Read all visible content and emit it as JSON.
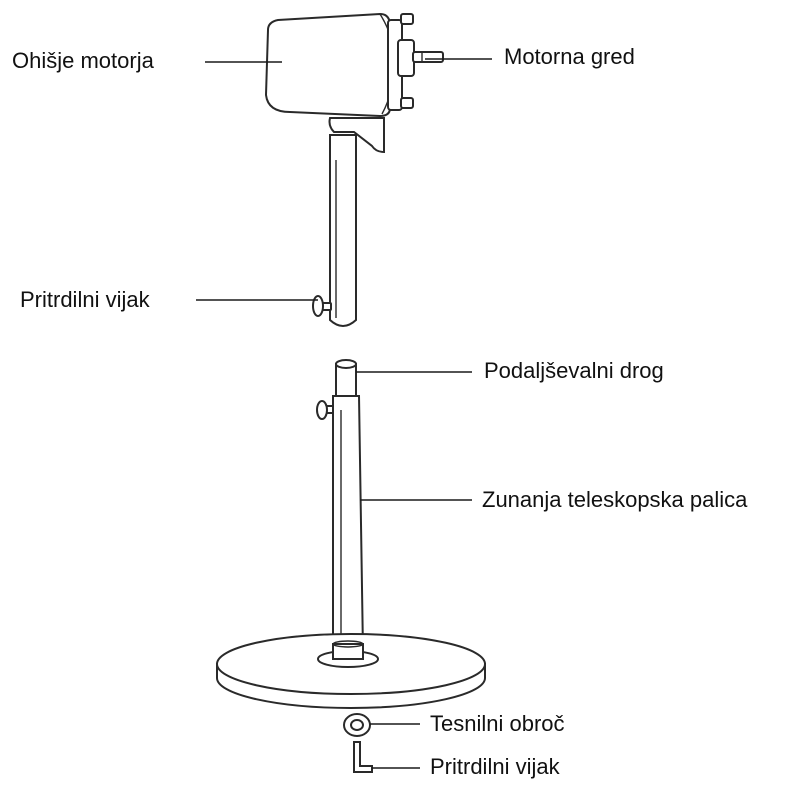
{
  "diagram": {
    "labels": {
      "motor_housing": "Ohišje motorja",
      "motor_shaft": "Motorna gred",
      "fixing_screw_top": "Pritrdilni vijak",
      "extension_rod": "Podaljševalni drog",
      "outer_telescopic_rod": "Zunanja teleskopska palica",
      "sealing_ring": "Tesnilni obroč",
      "fixing_screw_bottom": "Pritrdilni vijak"
    }
  }
}
